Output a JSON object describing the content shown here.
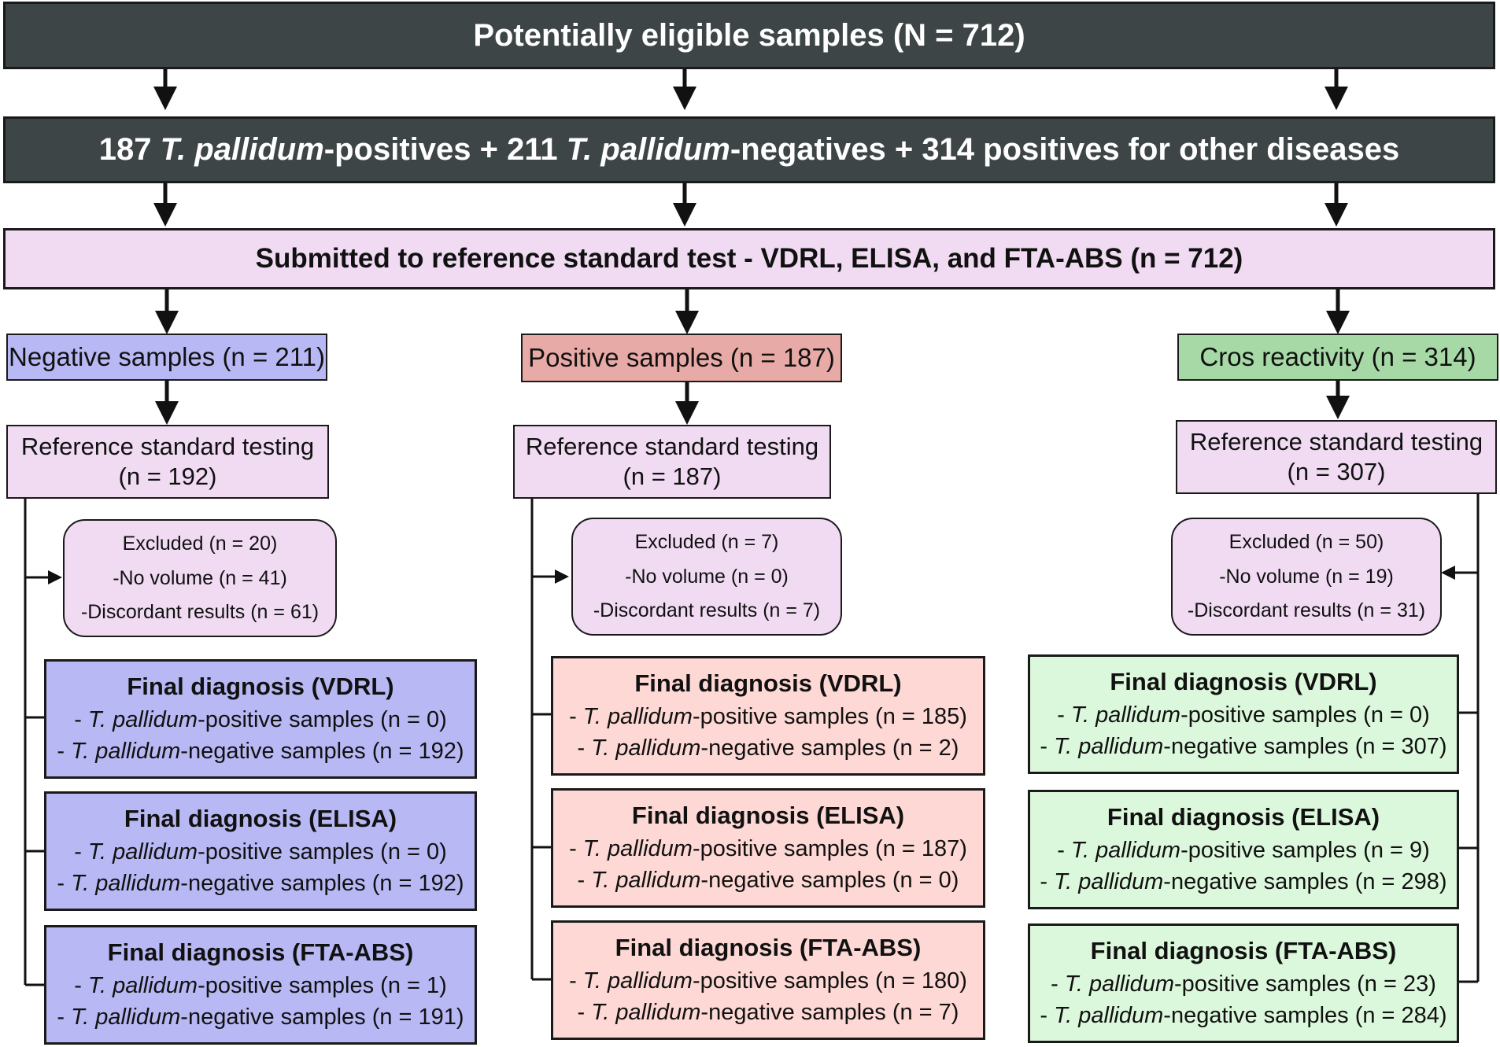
{
  "top": {
    "text": "Potentially eligible samples (N = 712)"
  },
  "second": {
    "part1": "187 ",
    "italic1": "T. pallidum",
    "part2": "-positives + 211 ",
    "italic2": "T. pallidum",
    "part3": "-negatives + 314 positives for other diseases"
  },
  "reference_all": {
    "text": "Submitted to reference standard test - VDRL, ELISA, and FTA-ABS (n = 712)"
  },
  "italic_species": "T. pallidum",
  "columns": [
    {
      "header": "Negative samples (n = 211)",
      "ref_line1": "Reference standard testing",
      "ref_line2": "(n = 192)",
      "excluded": [
        "Excluded (n = 20)",
        "-No volume (n = 41)",
        "-Discordant results (n = 61)"
      ],
      "finals": [
        {
          "title": "Final diagnosis (VDRL)",
          "pos": "-positive samples (n = 0)",
          "neg": "-negative samples (n = 192)"
        },
        {
          "title": "Final diagnosis (ELISA)",
          "pos": "-positive samples (n = 0)",
          "neg": "-negative samples (n = 192)"
        },
        {
          "title": "Final diagnosis (FTA-ABS)",
          "pos": "-positive samples (n = 1)",
          "neg": "-negative samples (n = 191)"
        }
      ]
    },
    {
      "header": "Positive samples (n = 187)",
      "ref_line1": "Reference standard testing",
      "ref_line2": "(n = 187)",
      "excluded": [
        "Excluded (n = 7)",
        "-No volume (n = 0)",
        "-Discordant results (n = 7)"
      ],
      "finals": [
        {
          "title": "Final diagnosis (VDRL)",
          "pos": "-positive samples (n = 185)",
          "neg": "-negative samples (n = 2)"
        },
        {
          "title": "Final diagnosis (ELISA)",
          "pos": "-positive samples (n = 187)",
          "neg": "-negative samples (n = 0)"
        },
        {
          "title": "Final diagnosis (FTA-ABS)",
          "pos": "-positive samples (n = 180)",
          "neg": "-negative samples (n = 7)"
        }
      ]
    },
    {
      "header": "Cros reactivity (n = 314)",
      "ref_line1": "Reference standard testing",
      "ref_line2": "(n = 307)",
      "excluded": [
        "Excluded (n = 50)",
        "-No volume (n = 19)",
        "-Discordant results (n = 31)"
      ],
      "finals": [
        {
          "title": "Final diagnosis (VDRL)",
          "pos": "-positive samples (n = 0)",
          "neg": "-negative samples (n = 307)"
        },
        {
          "title": "Final diagnosis (ELISA)",
          "pos": "-positive samples (n = 9)",
          "neg": "-negative samples (n = 298)"
        },
        {
          "title": "Final diagnosis (FTA-ABS)",
          "pos": "-positive samples (n = 23)",
          "neg": "-negative samples (n = 284)"
        }
      ]
    }
  ]
}
